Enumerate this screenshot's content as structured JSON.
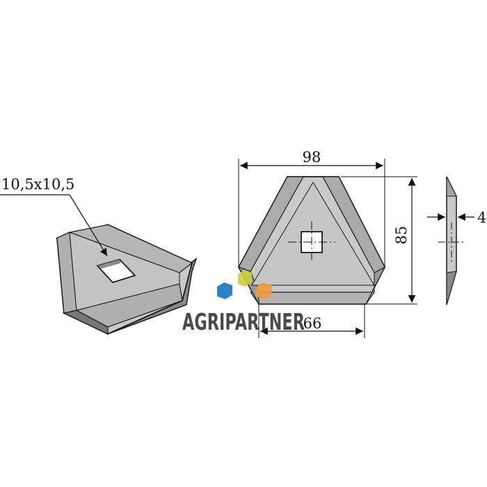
{
  "dimensions": {
    "hole": "10,5x10,5",
    "width": "98",
    "height": "85",
    "thickness": "4",
    "edge": "66"
  },
  "logo": {
    "text": "AGRIPARTNER",
    "colors": [
      "#2f7fc4",
      "#c8cf3a",
      "#ee9a3a"
    ]
  },
  "colors": {
    "steel_face": "#c9c9c9",
    "steel_bevel": "#a9a9a9",
    "steel_dark": "#6f6f6f",
    "outline": "#1a1a1a"
  }
}
